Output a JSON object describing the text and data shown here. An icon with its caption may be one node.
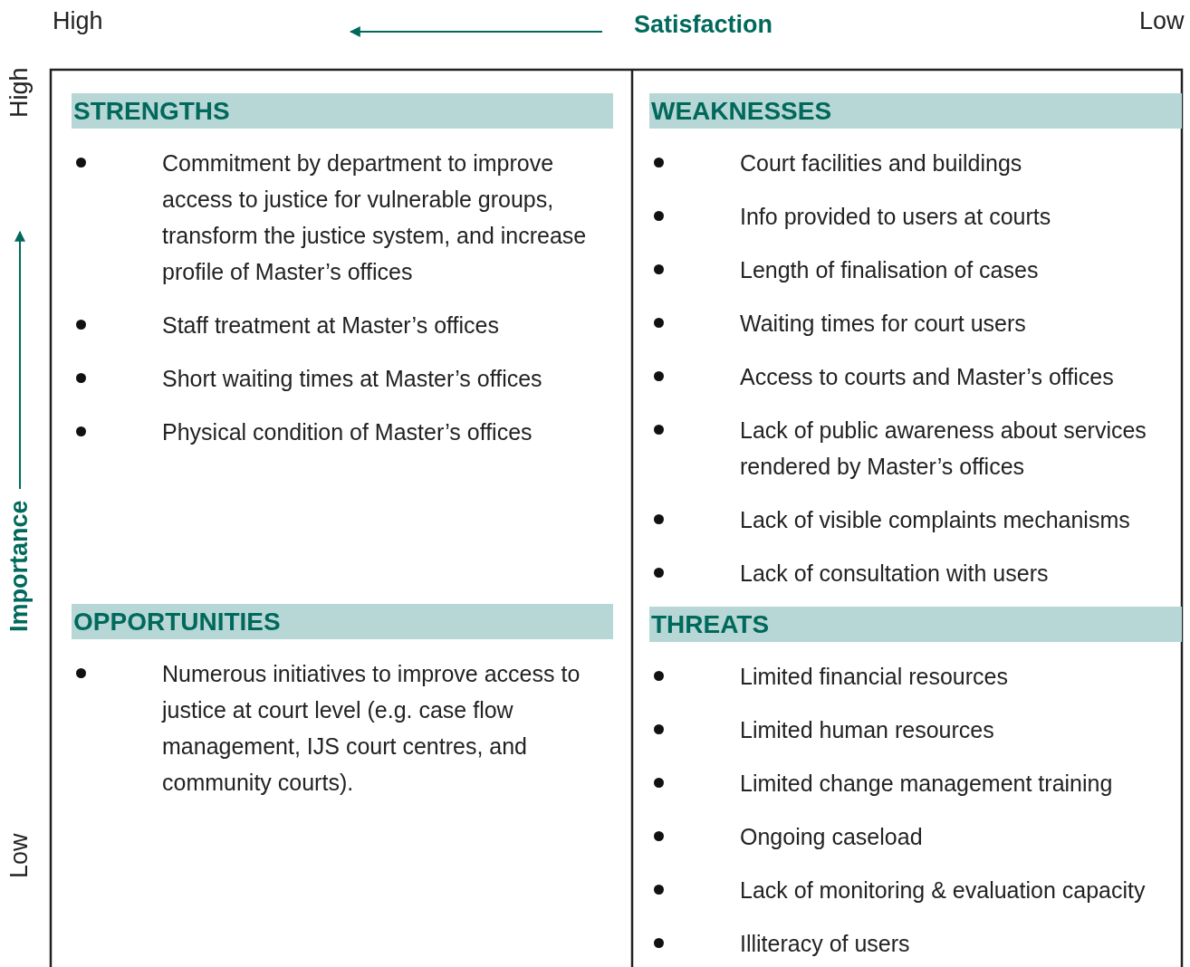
{
  "diagram": {
    "nodes": [
      {
        "text": [
          "STRENGTHS",
          "Commitment by department to improve access to justice for vulnerable groups, transform the justice system, and increase profile of Master’s offices",
          "Staff treatment at Master’s offices",
          "Short waiting times at Master’s offices",
          "Physical condition of Master’s offices"
        ]
      },
      {
        "text": [
          "WEAKNESSES",
          "Court facilities and buildings",
          "Info provided to users at courts",
          "Length of finalisation of cases",
          "Waiting times for court users",
          "Access to courts and Master’s offices",
          "Lack of public awareness about services rendered by Master’s offices",
          "Lack of visible complaints mechanisms",
          "Lack of consultation with users"
        ]
      },
      {
        "text": [
          "OPPORTUNITIES",
          "Numerous initiatives to improve access to justice at court level (e.g. case flow management, IJS court centres, and community courts)."
        ]
      },
      {
        "text": [
          "THREATS",
          "Limited financial resources",
          "Limited human resources",
          "Limited change management training",
          "Ongoing caseload",
          "Lack of monitoring & evaluation capacity",
          "Illiteracy of users"
        ]
      }
    ],
    "labels": [
      "High",
      "Satisfaction",
      "Low",
      "High",
      "Importance",
      "Low"
    ]
  }
}
